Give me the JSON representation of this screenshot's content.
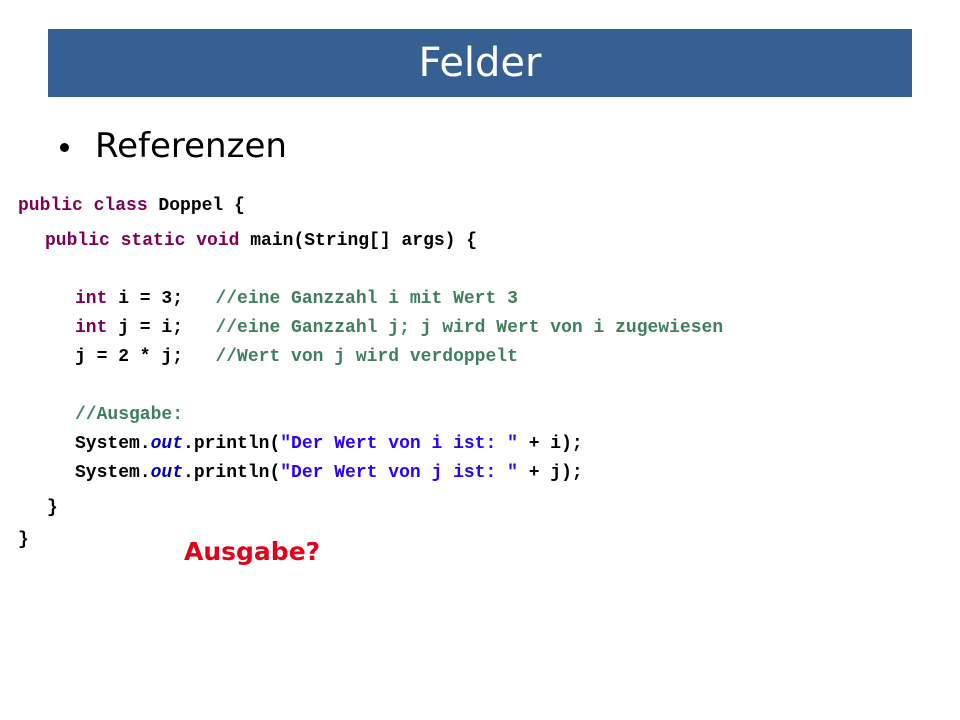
{
  "slide": {
    "title": "Felder",
    "bullet": "Referenzen",
    "question": "Ausgabe?"
  },
  "code": {
    "l1": {
      "kw": "public class",
      "rest": " Doppel {"
    },
    "l2": {
      "kw": "public static void",
      "rest": " main(String[] args) {"
    },
    "l3": {
      "kw": "int",
      "code": " i = 3;   ",
      "comment": "//eine Ganzzahl i mit Wert 3"
    },
    "l4": {
      "kw": "int",
      "code": " j = i;   ",
      "comment": "//eine Ganzzahl j; j wird Wert von i zugewiesen"
    },
    "l5": {
      "code": "j = 2 * j;   ",
      "comment": "//Wert von j wird verdoppelt"
    },
    "l6": {
      "comment": "//Ausgabe:"
    },
    "l7": {
      "pre": "System.",
      "field": "out",
      "mid": ".println(",
      "str": "\"Der Wert von i ist: \"",
      "post": " + i);"
    },
    "l8": {
      "pre": "System.",
      "field": "out",
      "mid": ".println(",
      "str": "\"Der Wert von j ist: \"",
      "post": " + j);"
    },
    "l9": {
      "brace": "}"
    },
    "l10": {
      "brace": "}"
    }
  },
  "colors": {
    "title_bar": "#376092",
    "keyword": "#7f0055",
    "comment": "#3f7f5f",
    "string": "#2a00ff",
    "field": "#0000c0",
    "question": "#e3001b"
  }
}
